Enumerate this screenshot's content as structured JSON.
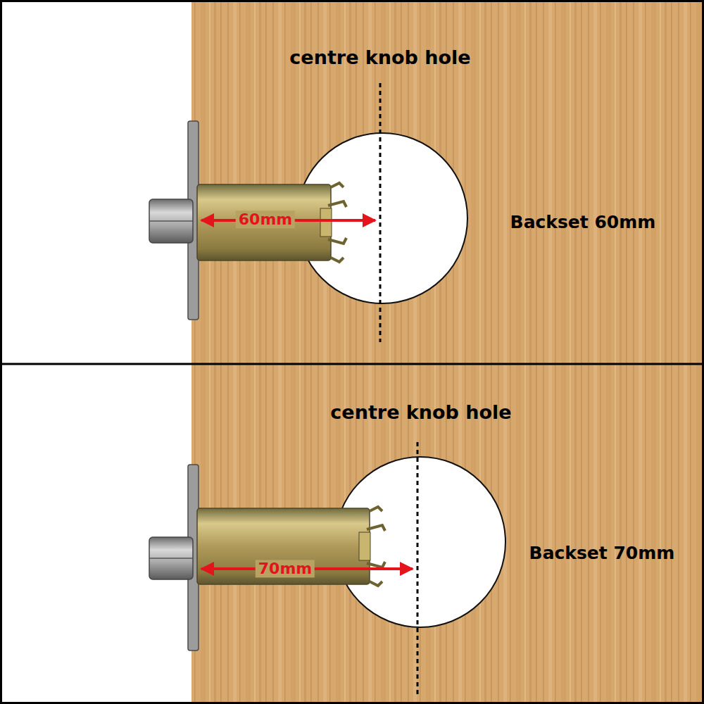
{
  "diagram": {
    "labels": [
      "centre knob hole",
      "60mm",
      "Backset 60mm",
      "centre knob hole",
      "70mm",
      "Backset 70mm"
    ]
  }
}
